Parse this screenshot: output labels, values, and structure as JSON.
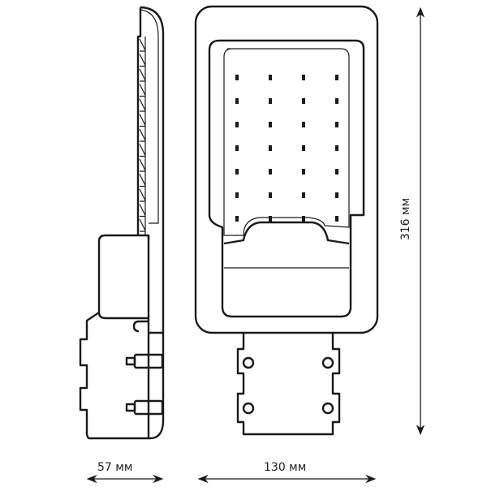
{
  "dimensions": {
    "depth": "57 мм",
    "width": "130 мм",
    "length": "316 мм"
  },
  "led_grid": {
    "columns": 4,
    "rows": 7
  },
  "colors": {
    "line": "#1a1a1a",
    "background": "#ffffff"
  }
}
